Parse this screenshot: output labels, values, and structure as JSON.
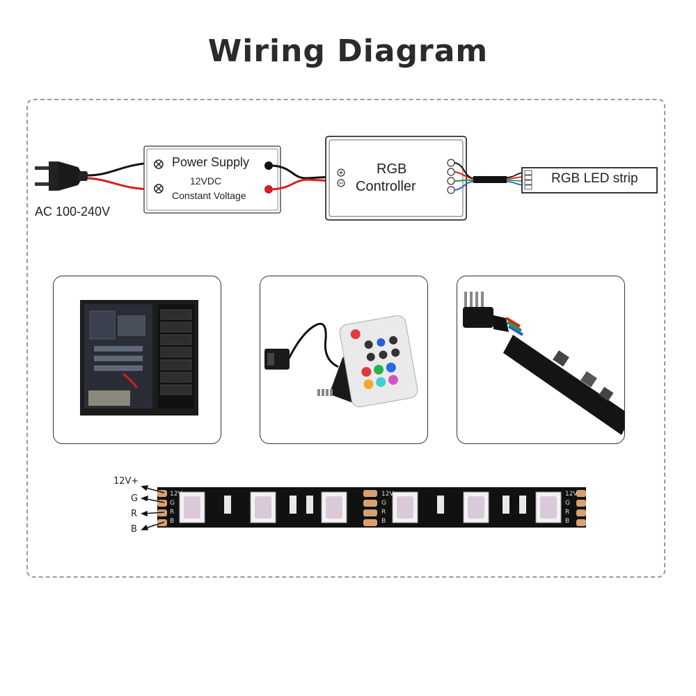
{
  "title": "Wiring Diagram",
  "plug_label": "AC 100-240V",
  "power_supply": {
    "name": "Power Supply",
    "line1": "12VDC",
    "line2": "Constant Voltage"
  },
  "controller": {
    "line1": "RGB",
    "line2": "Controller"
  },
  "strip_label": "RGB LED strip",
  "pin_labels": [
    "12V+",
    "G",
    "R",
    "B"
  ],
  "pad_labels": [
    "12V",
    "G",
    "R",
    "B"
  ],
  "wire_colors": {
    "red": "#d42020",
    "black": "#111111",
    "green": "#1e9a3a",
    "blue": "#2a5bd7"
  }
}
